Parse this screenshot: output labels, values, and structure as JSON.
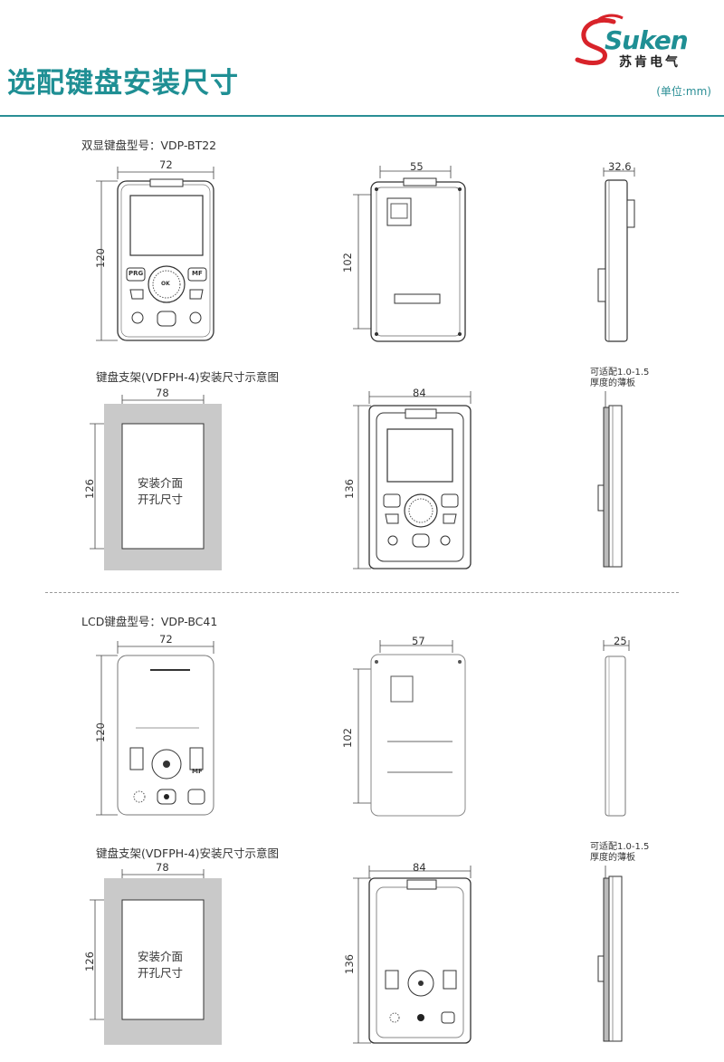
{
  "header": {
    "title": "选配键盘安装尺寸",
    "unit": "(单位:mm)",
    "logo_word": "Suken",
    "logo_cn": "苏肯电气"
  },
  "colors": {
    "accent": "#1f8f94",
    "rule": "#2a8e95",
    "panel_gray": "#c9c9c9"
  },
  "section1": {
    "model": "双显键盘型号：VDP-BT22",
    "dims": {
      "front_w": "72",
      "front_h": "120",
      "back_w": "55",
      "back_h": "102",
      "side_w": "32.6"
    },
    "bracket": {
      "title": "键盘支架(VDFPH-4)安装尺寸示意图",
      "w": "78",
      "h": "126",
      "cutout_line1": "安装介面",
      "cutout_line2": "开孔尺寸",
      "mounted_w": "84",
      "mounted_h": "136",
      "note_line1": "可适配1.0-1.5",
      "note_line2": "厚度的薄板"
    },
    "keys": {
      "prg": "PRG",
      "mf": "MF",
      "ok": "OK"
    }
  },
  "section2": {
    "model": "LCD键盘型号：VDP-BC41",
    "dims": {
      "front_w": "72",
      "front_h": "120",
      "back_w": "57",
      "back_h": "102",
      "side_w": "25"
    },
    "bracket": {
      "title": "键盘支架(VDFPH-4)安装尺寸示意图",
      "w": "78",
      "h": "126",
      "cutout_line1": "安装介面",
      "cutout_line2": "开孔尺寸",
      "mounted_w": "84",
      "mounted_h": "136",
      "note_line1": "可适配1.0-1.5",
      "note_line2": "厚度的薄板"
    },
    "keys": {
      "mf": "MF"
    }
  }
}
